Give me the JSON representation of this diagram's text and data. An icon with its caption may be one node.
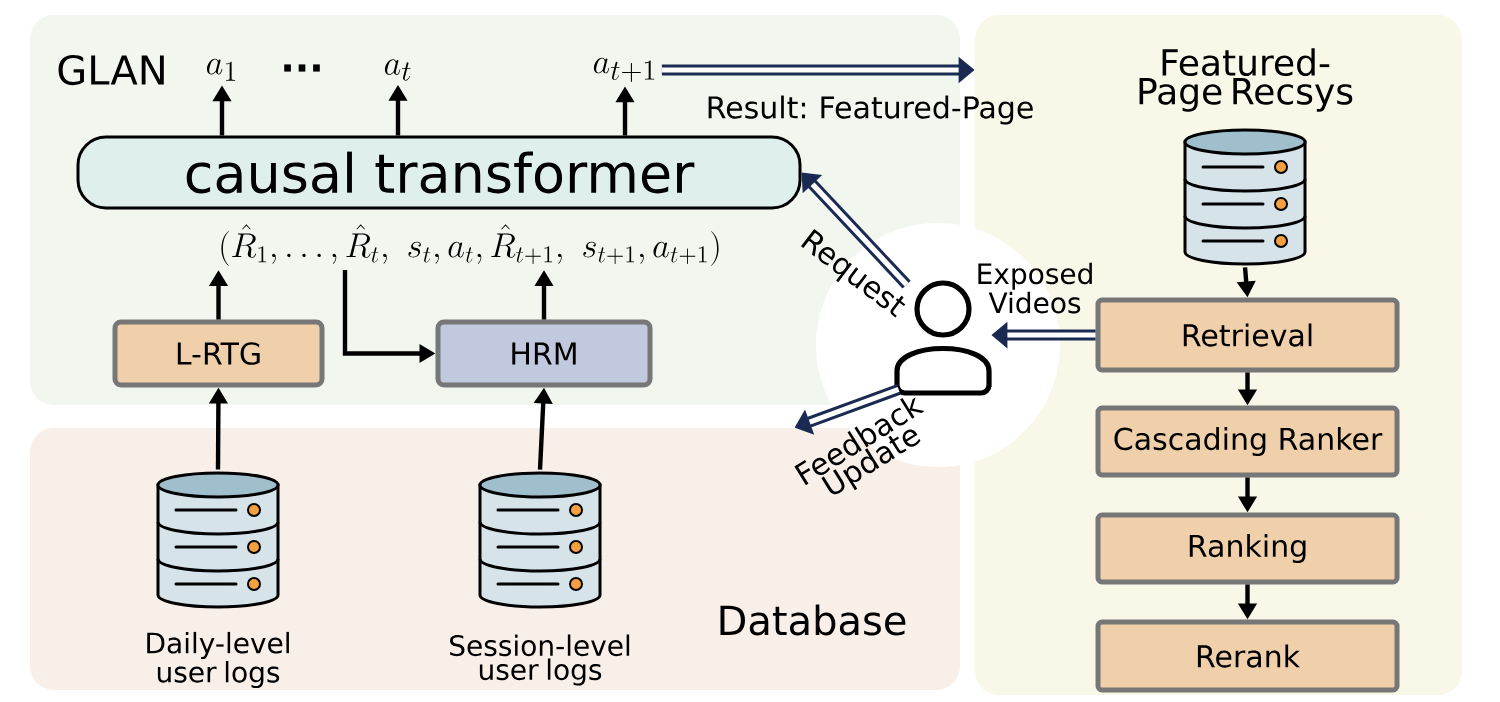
{
  "diagram": {
    "nodes": [
      {
        "text": [
          "GLAN"
        ]
      },
      {
        "text": [
          "Database"
        ]
      },
      {
        "text": [
          "Featured-Page Recsys"
        ]
      },
      {
        "text": [
          "a_1"
        ],
        "in": 0
      },
      {
        "text": [
          "a_t"
        ],
        "in": 0
      },
      {
        "text": [
          "a_{t+1}"
        ],
        "in": 0
      },
      {
        "text": [
          "causal transformer"
        ],
        "in": 0
      },
      {
        "text": [
          "(\\hat{R}_1, \\dots, \\hat{R}_t,\\ s_t, a_t, \\hat{R}_{t+1},\\ s_{t+1}, a_{t+1})"
        ],
        "in": 0
      },
      {
        "text": [
          "L-RTG"
        ],
        "in": 0
      },
      {
        "text": [
          "HRM"
        ],
        "in": 0
      },
      {
        "text": [],
        "shape": "cylinder",
        "in": 1,
        "beside": [
          "Daily-level user logs"
        ]
      },
      {
        "text": [],
        "shape": "cylinder",
        "in": 1,
        "beside": [
          "Session-level user logs"
        ]
      },
      {
        "text": [],
        "shape": "person"
      },
      {
        "text": [],
        "shape": "cylinder",
        "in": 2
      },
      {
        "text": [
          "Retrieval"
        ],
        "in": 2
      },
      {
        "text": [
          "Cascading Ranker"
        ],
        "in": 2
      },
      {
        "text": [
          "Ranking"
        ],
        "in": 2
      },
      {
        "text": [
          "Rerank"
        ],
        "in": 2
      }
    ],
    "edges": [
      {
        "from": 6,
        "to": 3,
        "arrow": "to"
      },
      {
        "from": 6,
        "to": 4,
        "arrow": "to"
      },
      {
        "from": 6,
        "to": 5,
        "arrow": "to"
      },
      {
        "from": 8,
        "to": 7,
        "arrow": "to"
      },
      {
        "from": 9,
        "to": 7,
        "arrow": "to"
      },
      {
        "from": 7,
        "to": 9,
        "arrow": "to"
      },
      {
        "from": 10,
        "to": 8,
        "arrow": "to"
      },
      {
        "from": 11,
        "to": 9,
        "arrow": "to"
      },
      {
        "from": 5,
        "to": 2,
        "arrow": "to",
        "label": "Result: Featured-Page",
        "style": "thick",
        "color": "#1b2a52"
      },
      {
        "from": 12,
        "to": 6,
        "arrow": "to",
        "label": "Request",
        "style": "thick",
        "color": "#1b2a52"
      },
      {
        "from": 14,
        "to": 12,
        "arrow": "to",
        "label": "Exposed Videos",
        "style": "thick",
        "color": "#1b2a52"
      },
      {
        "from": 12,
        "to": 1,
        "arrow": "to",
        "label": "Feedback Update",
        "style": "thick",
        "color": "#1b2a52"
      },
      {
        "from": 13,
        "to": 14,
        "arrow": "to"
      },
      {
        "from": 14,
        "to": 15,
        "arrow": "to"
      },
      {
        "from": 15,
        "to": 16,
        "arrow": "to"
      },
      {
        "from": 16,
        "to": 17,
        "arrow": "to"
      }
    ],
    "labels": [
      "..."
    ]
  }
}
